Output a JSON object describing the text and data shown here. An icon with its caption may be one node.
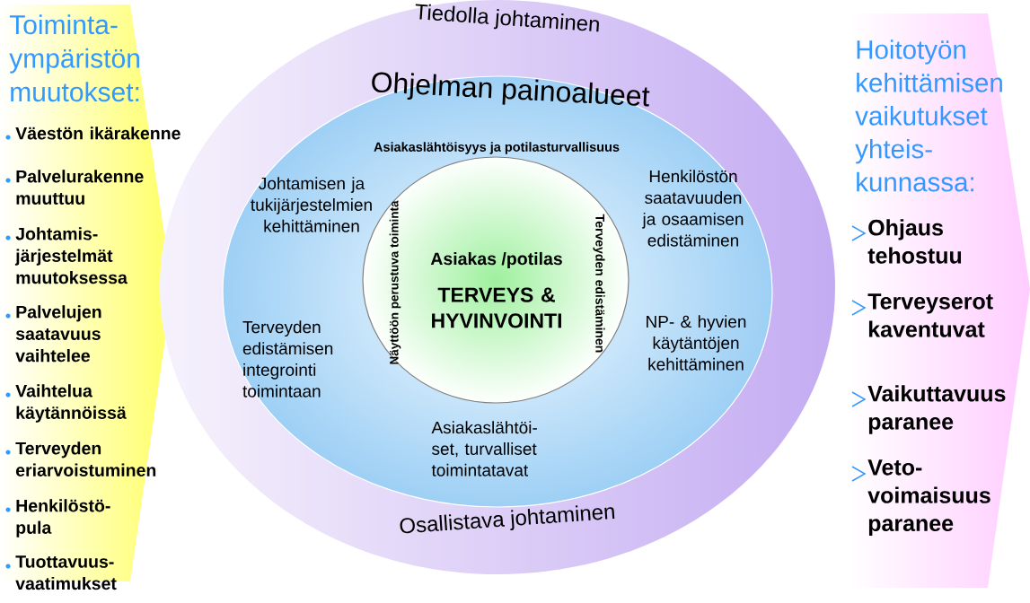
{
  "diagram": {
    "nodes": [
      {
        "text": [
          "Toiminta- ympäristön muutokset:",
          "Väestön ikärakenne",
          "Palvelurakenne muuttuu",
          "Johtamis- järjestelmät muutoksessa",
          "Palvelujen saatavuus vaihtelee",
          "Vaihtelua käytännöissä",
          "Terveyden eriarvoistuminen",
          "Henkilöstö- pula",
          "Tuottavuus- vaatimukset"
        ]
      },
      {
        "text": [
          "Tiedolla johtaminen",
          "Osallistava johtaminen"
        ]
      },
      {
        "text": [
          "Ohjelman painoalueet",
          "Johtamisen ja tukijärjestelmien kehittäminen",
          "Henkilöstön saatavuuden ja osaamisen edistäminen",
          "Terveyden edistämisen integrointi toimintaan",
          "NP- & hyvien käytäntöjen kehittäminen",
          "Asiakaslähtöi- set, turvalliset toimintatavat"
        ],
        "in": 1
      },
      {
        "text": [
          "Asiakaslähtöisyys ja potilasturvallisuus",
          "Terveyden edistäminen",
          "Näyttöön perustuva toiminta",
          "Asiakas /potilas",
          "TERVEYS & HYVINVOINTI"
        ],
        "in": 2
      },
      {
        "text": [
          "Hoitotyön kehittämisen vaikutukset yhteis- kunnassa:",
          "Ohjaus tehostuu",
          "Terveyserot kaventuvat",
          "Vaikuttavuus paranee",
          "Veto- voimaisuus paranee"
        ]
      }
    ]
  }
}
